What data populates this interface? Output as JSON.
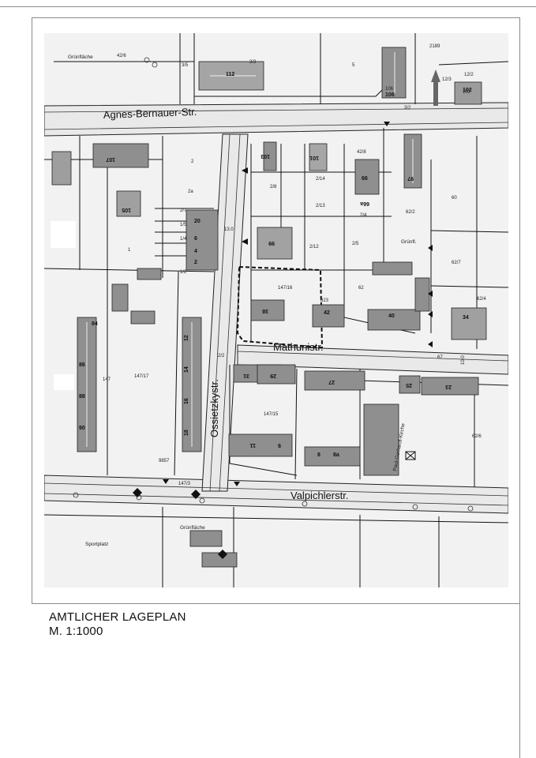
{
  "sheet": {
    "caption_title": "AMTLICHER LAGEPLAN",
    "caption_scale": "M. 1:1000"
  },
  "map": {
    "streets": [
      {
        "id": "agnes",
        "name": "Agnes-Bernauer-Str."
      },
      {
        "id": "mathuni",
        "name": "Mathunistr."
      },
      {
        "id": "valpichler",
        "name": "Valpichlerstr."
      },
      {
        "id": "ossietzky",
        "name": "Ossietzkystr."
      }
    ],
    "areas": [
      {
        "id": "gruenflaeche-1",
        "text": "Grünfläche"
      },
      {
        "id": "gruenflaeche-2",
        "text": "Grünfläche"
      },
      {
        "id": "gruenfl",
        "text": "Grünfl."
      },
      {
        "id": "sportplatz",
        "text": "Sportplatz"
      },
      {
        "id": "kirche",
        "text": "Paul-Gerhardt-Kirche"
      }
    ],
    "parcels": [
      "42/6",
      "3/5",
      "3/3",
      "5",
      "2189",
      "12/3",
      "12/2",
      "106",
      "102",
      "3/2",
      "2",
      "2a",
      "2/7",
      "1/5",
      "1/4",
      "1/2",
      "1",
      "2/8",
      "2/14",
      "2/13",
      "2/12",
      "2/4",
      "2/5",
      "42/8",
      "62/2",
      "60",
      "62/7",
      "62/4",
      "62",
      "147/16",
      "823",
      "147",
      "147/17",
      "147/15",
      "147/3",
      "2/2",
      "67",
      "62/6",
      "9857",
      "13.0",
      "10.0"
    ],
    "house_numbers": [
      "112",
      "106",
      "102",
      "107",
      "105",
      "103",
      "101",
      "99",
      "97",
      "66",
      "66a",
      "20",
      "6",
      "4",
      "2",
      "34",
      "42",
      "40",
      "38",
      "12",
      "14",
      "16",
      "18",
      "84",
      "86",
      "88",
      "90",
      "31",
      "29",
      "27",
      "25",
      "23",
      "9",
      "11",
      "8",
      "8a"
    ]
  }
}
